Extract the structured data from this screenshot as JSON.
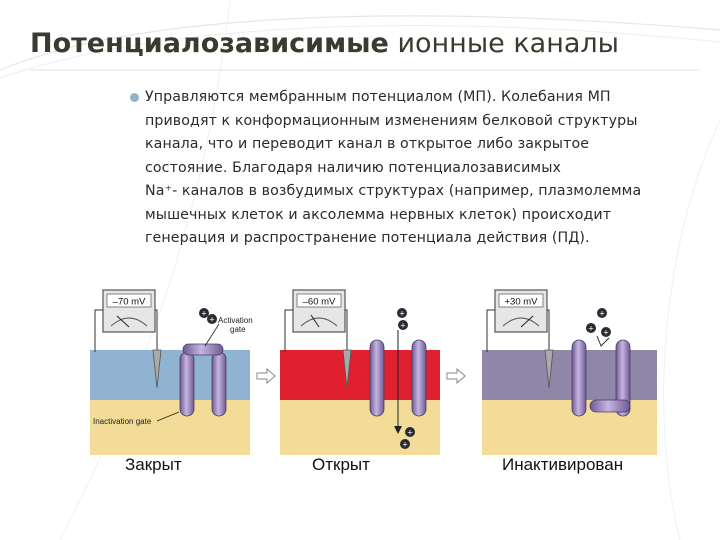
{
  "title": {
    "bold_part": "Потенциалозависимые",
    "regular_part": " ионные каналы"
  },
  "bullet": {
    "lines": [
      "Управляются мембранным потенциалом (МП). Колебания МП",
      "приводят к конформационным изменениям белковой структуры",
      "канала, что и переводит канал в открытое либо закрытое",
      "состояние. Благодаря наличию потенциалозависимых",
      "Na⁺- каналов в возбудимых структурах (например, плазмолемма",
      "мышечных клеток и аксолемма нервных клеток) происходит",
      "генерация и распространение потенциала действия (ПД)."
    ]
  },
  "figure": {
    "panels": [
      {
        "meter": "–70 mV",
        "caption": "Закрыт",
        "extracellular_color": "#8fb3d0",
        "state": "closed"
      },
      {
        "meter": "–60 mV",
        "caption": "Открыт",
        "extracellular_color": "#e0202e",
        "state": "open"
      },
      {
        "meter": "+30 mV",
        "caption": "Инактивирован",
        "extracellular_color": "#8f86a8",
        "state": "inactivated"
      }
    ],
    "labels": {
      "activation_gate": [
        "Activation",
        "gate"
      ],
      "inactivation_gate": "Inactivation gate",
      "ion_sign": "+"
    },
    "colors": {
      "cytoplasm": "#f2dc97",
      "channel": "#9b86bd",
      "accent_line": "#c8d4d8"
    }
  }
}
